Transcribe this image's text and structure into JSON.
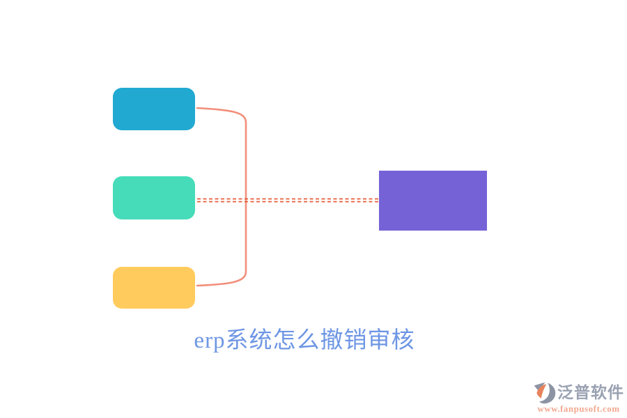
{
  "page": {
    "title": "erp系统怎么撤销审核",
    "title_color": "#6E96E4",
    "background": "#ffffff"
  },
  "diagram": {
    "nodes": [
      {
        "id": "step-top",
        "color": "#21A9D2"
      },
      {
        "id": "step-middle",
        "color": "#46DCB9"
      },
      {
        "id": "step-bottom",
        "color": "#FFCB5D"
      },
      {
        "id": "result",
        "color": "#7562D7"
      }
    ],
    "connector_solid_color": "#F28E7B",
    "connector_dashed_color": "#E55C39"
  },
  "watermark": {
    "brand": "泛普软件",
    "brand_color": "#9AA2B2",
    "url": "www.fanpusoft.com",
    "url_color": "#F2A78E",
    "logo_gray": "#8C93A3",
    "logo_orange": "#E8835C"
  }
}
